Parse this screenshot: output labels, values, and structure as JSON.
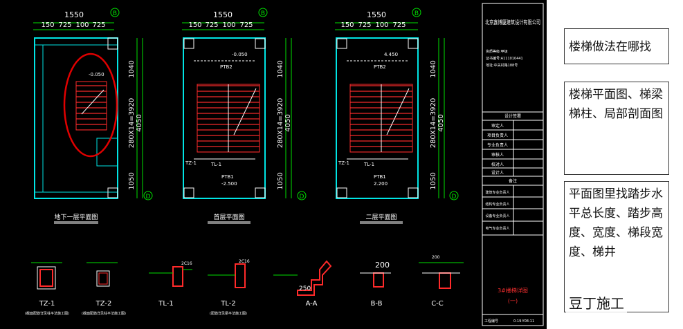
{
  "dims": {
    "width": "1550",
    "segments": [
      "150",
      "725",
      "100",
      "725"
    ],
    "h_top": "1040",
    "h_mid": "280X14=3920",
    "h_total": "4050",
    "h_bot": "1050"
  },
  "axis_labels": {
    "top": "B",
    "bottom": "D"
  },
  "plans": [
    {
      "title": "地下一层平面图",
      "elevation": "-0.050"
    },
    {
      "title": "首层平面图",
      "elevation_top": "-0.050",
      "elevation_bottom": "-2.500",
      "beam_top": "PTB2",
      "beam_bottom": "PTB1",
      "tl": "TL-1",
      "tz": "TZ-1"
    },
    {
      "title": "二层平面图",
      "elevation_top": "4.450",
      "elevation_bottom": "2.200",
      "beam_top": "PTB2",
      "beam_bottom": "PTB1",
      "tl": "TL-1",
      "tz": "TZ-1"
    }
  ],
  "title_block": {
    "company": "北京鑫博厦建筑设计有限公司",
    "info": [
      "资质等级:甲级",
      "证书编号:A111010441",
      "地址:中关村路188号"
    ],
    "section_header": "设计签署",
    "roles": [
      "审定人",
      "项目负责人",
      "专业负责人",
      "审核人",
      "校对人",
      "设计人"
    ],
    "notes_header": "备注",
    "cosign": [
      "建筑专业负责人",
      "结构专业负责人",
      "设备专业负责人",
      "电气专业负责人"
    ],
    "drawing_title": "3#楼梯详图",
    "drawing_sub": "(一)",
    "footer_left": "工程编号",
    "footer_right": "0-19-Y08-11"
  },
  "sections": [
    {
      "label": "TZ-1",
      "sub": "(截面配筋详见柱平法施工图)",
      "dim": ""
    },
    {
      "label": "TZ-2",
      "sub": "(截面配筋详见柱平法施工图)",
      "dim": ""
    },
    {
      "label": "TL-1",
      "sub": "",
      "dim": "2C16"
    },
    {
      "label": "TL-2",
      "sub": "(配筋详见梁平法施工图)",
      "dim": "2C16"
    },
    {
      "label": "A-A",
      "sub": "",
      "dim": "250"
    },
    {
      "label": "B-B",
      "sub": "",
      "dim": "200"
    },
    {
      "label": "C-C",
      "sub": "",
      "dim": "200"
    }
  ],
  "notes": [
    "楼梯做法在哪找",
    "楼梯平面图、梯梁梯柱、局部剖面图",
    "平面图里找踏步水平总长度、踏步高度、宽度、梯段宽度、梯井"
  ],
  "watermark": "豆丁施工",
  "colors": {
    "background": "#000000",
    "wall": "#00e5e5",
    "dimension": "#00e000",
    "stair": "#ff2020",
    "text": "#ffffff",
    "highlight": "#e00000"
  }
}
